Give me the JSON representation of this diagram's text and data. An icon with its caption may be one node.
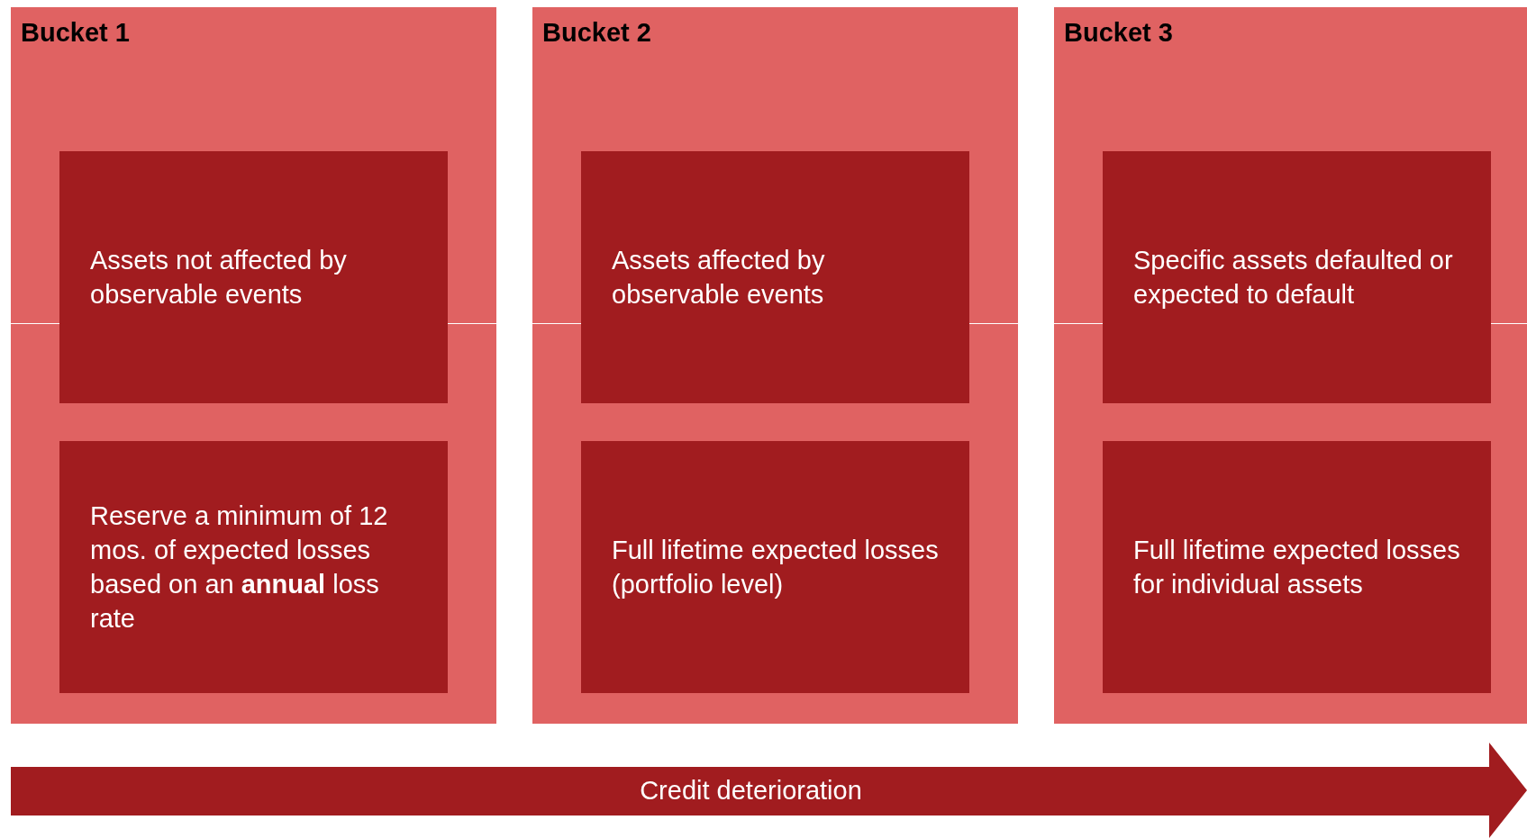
{
  "diagram": {
    "nodes": [
      {
        "text": [
          "Bucket 1"
        ]
      },
      {
        "text": [
          "Assets not affected by observable events"
        ],
        "in": 0
      },
      {
        "text": [
          "Reserve a minimum of 12 mos. of expected losses based on an **annual** loss rate"
        ],
        "in": 0
      },
      {
        "text": [
          "Bucket 2"
        ]
      },
      {
        "text": [
          "Assets affected by observable events"
        ],
        "in": 3
      },
      {
        "text": [
          "Full lifetime expected losses (portfolio level)"
        ],
        "in": 3
      },
      {
        "text": [
          "Bucket 3"
        ]
      },
      {
        "text": [
          "Specific assets defaulted or expected to default"
        ],
        "in": 6
      },
      {
        "text": [
          "Full lifetime expected losses for individual assets"
        ],
        "in": 6
      },
      {
        "text": [
          "Credit deterioration"
        ]
      }
    ],
    "edges": []
  }
}
